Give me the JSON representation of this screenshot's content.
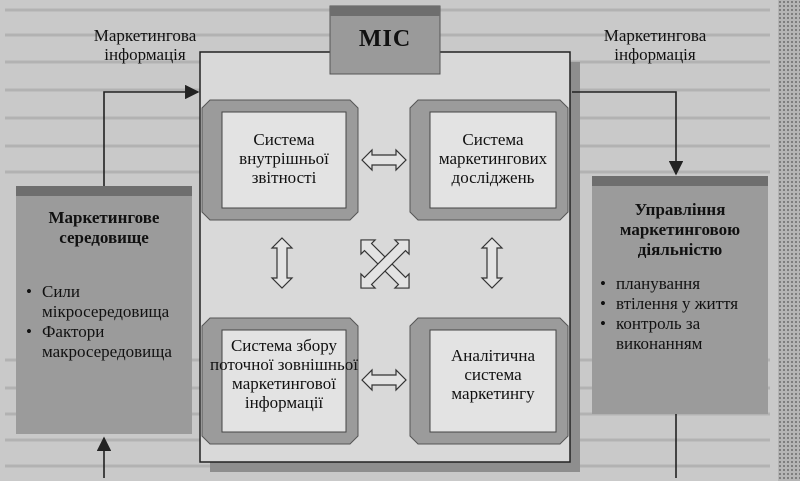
{
  "title": "МІС",
  "inputs": {
    "left_label": "Маркетингова інформація",
    "right_label": "Маркетингова інформація"
  },
  "subsystems": [
    {
      "name": "Система внутрішньої звітності"
    },
    {
      "name": "Система маркетингових досліджень"
    },
    {
      "name": "Система збору поточної зовнішньої маркетингової інформації"
    },
    {
      "name": "Аналітична система маркетингу"
    }
  ],
  "environment": {
    "title": "Маркетингове середовище",
    "items": [
      "Сили мікросередовища",
      "Фактори макросередовища"
    ]
  },
  "management": {
    "title": "Управління маркетинговою діяльністю",
    "items": [
      "планування",
      "втілення у життя",
      "контроль за виконанням"
    ]
  },
  "colors": {
    "panel": "#9b9b9b",
    "panel_top": "#6e6e6e",
    "inner": "#e3e3e3",
    "line": "#222222"
  }
}
